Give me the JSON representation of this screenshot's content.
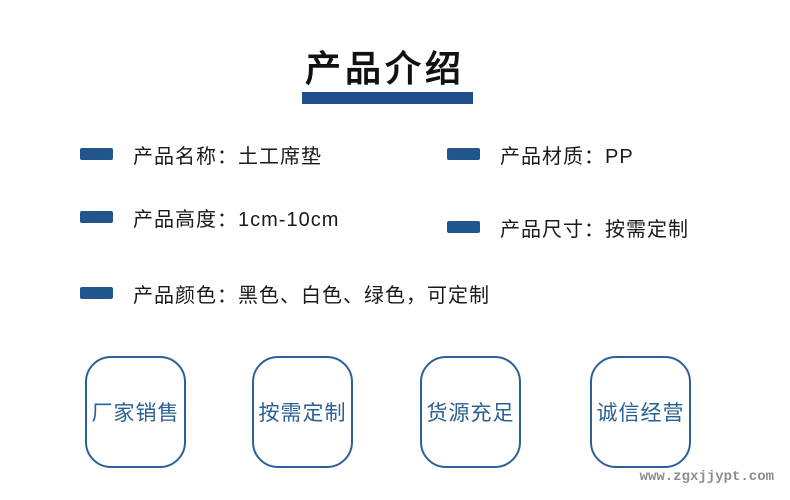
{
  "page": {
    "title": "产品介绍"
  },
  "specs": [
    {
      "text": "产品名称：土工席垫"
    },
    {
      "text": "产品材质：PP"
    },
    {
      "text": "产品高度：1cm-10cm"
    },
    {
      "text": "产品尺寸：按需定制"
    },
    {
      "text": "产品颜色：黑色、白色、绿色，可定制"
    }
  ],
  "badges": [
    {
      "label": "厂家销售"
    },
    {
      "label": "按需定制"
    },
    {
      "label": "货源充足"
    },
    {
      "label": "诚信经营"
    }
  ],
  "watermark": {
    "text": "www.zgxjjypt.com"
  },
  "colors": {
    "accent_blue": "#1f4f8b",
    "bullet_blue": "#21568c",
    "box_border_blue": "#2d6097",
    "box_text_blue": "#2a5f93",
    "text_black": "#1a1a1a",
    "watermark_gray": "#8c8c8c"
  }
}
